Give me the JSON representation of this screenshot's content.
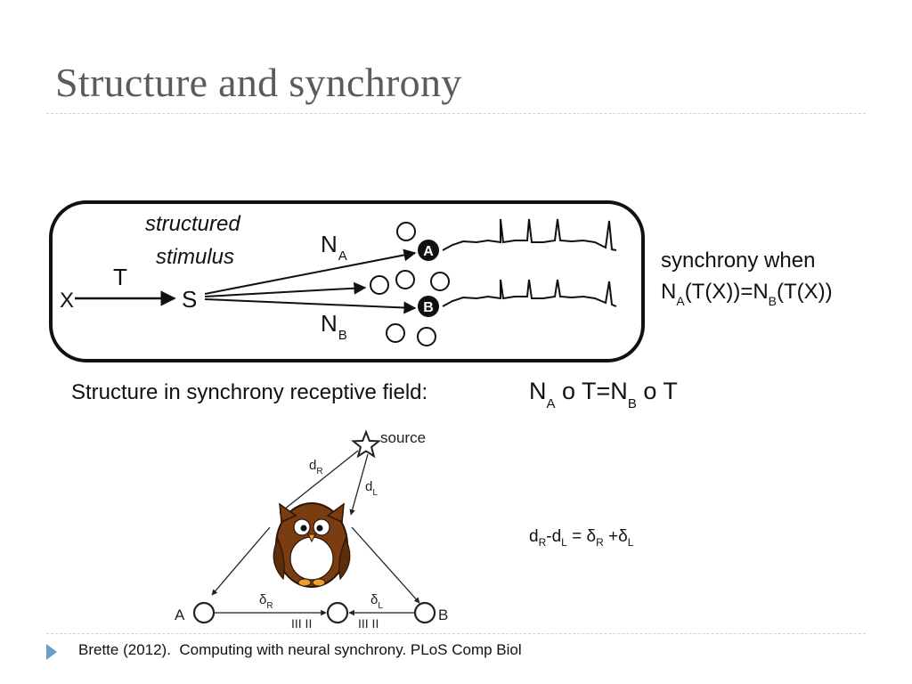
{
  "slide": {
    "title": "Structure and synchrony",
    "citation": "Brette (2012).  Computing with neural synchrony. PLoS Comp Biol"
  },
  "top_diagram": {
    "stimulus_label_1": "structured",
    "stimulus_label_2": "stimulus",
    "x_label": "X",
    "t_label": "T",
    "s_label": "S",
    "na_main": "N",
    "na_sub": "A",
    "nb_main": "N",
    "nb_sub": "B",
    "neuron_a": "A",
    "neuron_b": "B",
    "sync_line1": "synchrony when",
    "sync_line2": {
      "p1": "N",
      "s1": "A",
      "p2": "(T(X))=N",
      "s2": "B",
      "p3": "(T(X))"
    }
  },
  "receptive_field": {
    "label": "Structure in synchrony receptive field:",
    "f1": "N",
    "s1": "A",
    "f2": " o T=N",
    "s2": "B",
    "f3": " o T"
  },
  "owl_diagram": {
    "source_label": "source",
    "dr": {
      "main": "d",
      "sub": "R"
    },
    "dl": {
      "main": "d",
      "sub": "L"
    },
    "deltar": {
      "main": "δ",
      "sub": "R"
    },
    "deltal": {
      "main": "δ",
      "sub": "L"
    },
    "left_ear": "A",
    "right_ear": "B",
    "spikes_left": "III II",
    "spikes_right": "III II"
  },
  "equation": {
    "t1": "d",
    "s1": "R",
    "t2": "-d",
    "s2": "L",
    "t3": " = δ",
    "s3": "R",
    "t4": " +δ",
    "s4": "L"
  },
  "colors": {
    "title": "#5b5b5b",
    "rule": "#cfd4da",
    "footer_arrow": "#6aa0c8",
    "owl_brown": "#7a3d12",
    "owl_belly": "#ffffff"
  }
}
